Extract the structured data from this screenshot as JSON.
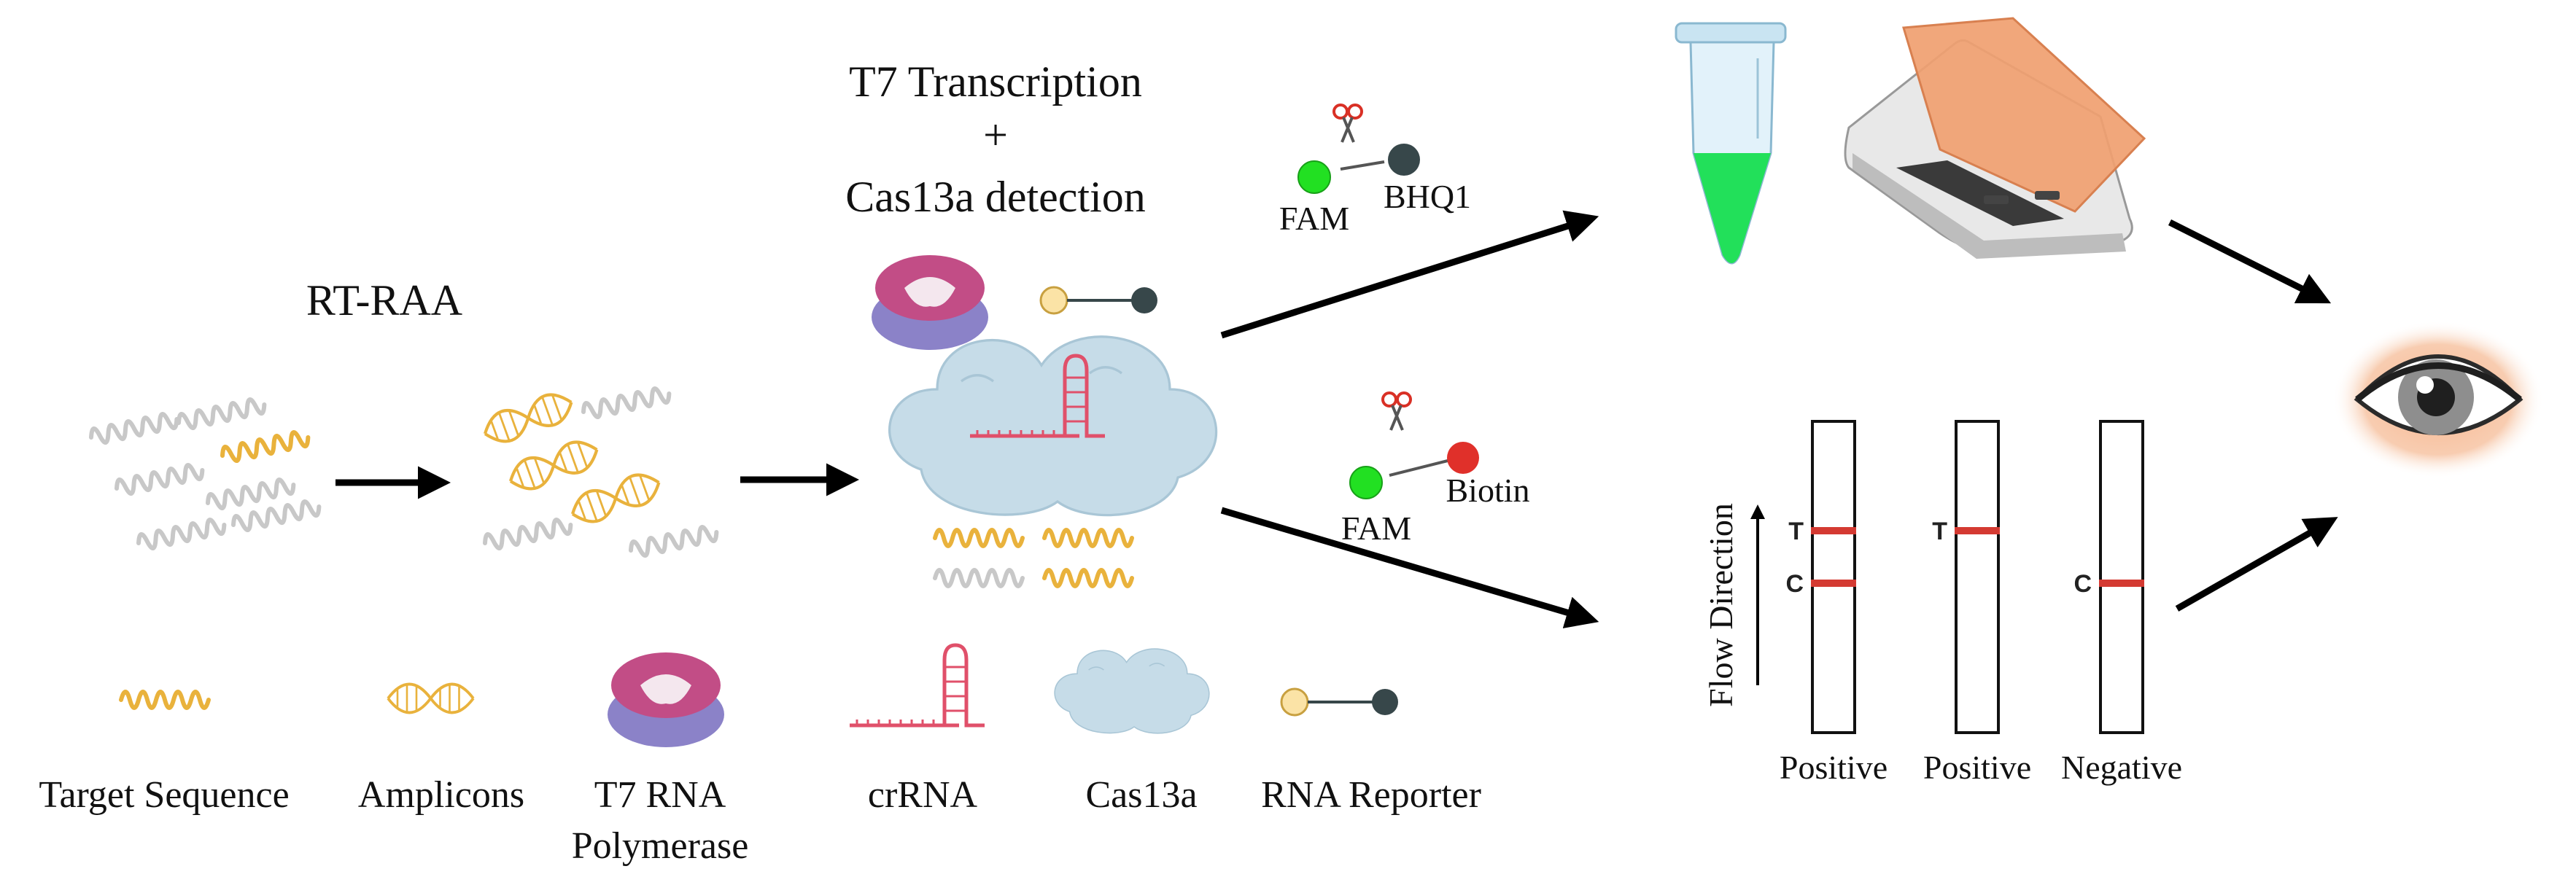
{
  "workflow": {
    "step1_title": "RT-RAA",
    "step2_title_line1": "T7 Transcription",
    "step2_title_plus": "+",
    "step2_title_line2": "Cas13a detection"
  },
  "fluorescence_reporter": {
    "fluor": "FAM",
    "quencher": "BHQ1"
  },
  "lateral_flow_reporter": {
    "fluor": "FAM",
    "tag": "Biotin"
  },
  "strips": {
    "axis_label": "Flow Direction",
    "t_label": "T",
    "c_label": "C",
    "items": [
      {
        "result": "Positive",
        "has_t": true,
        "has_c": true
      },
      {
        "result": "Positive",
        "has_t": true,
        "has_c": false
      },
      {
        "result": "Negative",
        "has_t": false,
        "has_c": true
      }
    ]
  },
  "legend": [
    {
      "icon": "target-sequence-icon",
      "label": "Target Sequence"
    },
    {
      "icon": "amplicon-icon",
      "label": "Amplicons"
    },
    {
      "icon": "t7-polymerase-icon",
      "label_line1": "T7 RNA",
      "label_line2": "Polymerase"
    },
    {
      "icon": "crrna-icon",
      "label": "crRNA"
    },
    {
      "icon": "cas13a-icon",
      "label": "Cas13a"
    },
    {
      "icon": "rna-reporter-icon",
      "label": "RNA Reporter"
    }
  ],
  "colors": {
    "target": "#E9B23C",
    "strand_gray": "#C8C8C8",
    "fam": "#22E022",
    "bhq1": "#37474A",
    "biotin": "#E0302A",
    "strip_line": "#D43A32",
    "cas13a": "#C6DCE8",
    "polymerase_top": "#C24D86",
    "polymerase_bottom": "#8B82C8",
    "crrna": "#E0506A",
    "tube_liquid": "#22E05A",
    "transilluminator_lid": "#F0A070"
  }
}
